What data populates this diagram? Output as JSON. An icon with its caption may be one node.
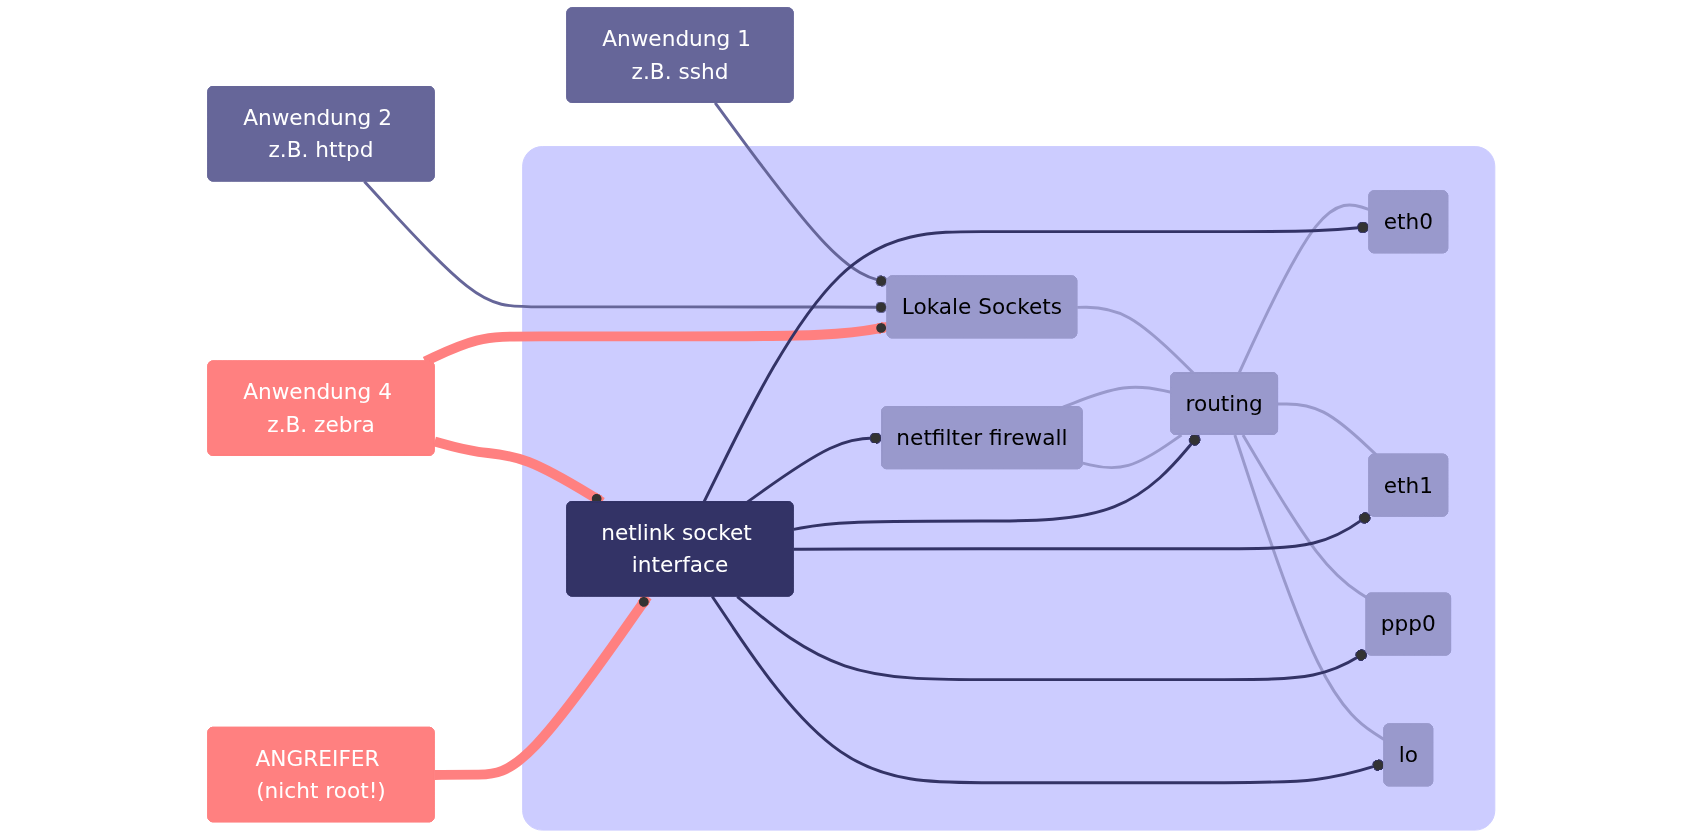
{
  "diagram": {
    "nodes": [
      {
        "text": [],
        "shape": "box"
      },
      {
        "text": [
          "Anwendung 1 z.B. sshd"
        ]
      },
      {
        "text": [
          "Anwendung 2 z.B. httpd"
        ]
      },
      {
        "text": [
          "Anwendung 4 z.B. zebra"
        ]
      },
      {
        "text": [
          "ANGREIFER (nicht root!)"
        ]
      },
      {
        "text": [
          "Lokale Sockets"
        ],
        "in": 0
      },
      {
        "text": [
          "routing"
        ],
        "in": 0
      },
      {
        "text": [
          "netfilter firewall"
        ],
        "in": 0
      },
      {
        "text": [
          "eth0"
        ],
        "in": 0
      },
      {
        "text": [
          "eth1"
        ],
        "in": 0
      },
      {
        "text": [
          "ppp0"
        ],
        "in": 0
      },
      {
        "text": [
          "lo"
        ],
        "in": 0
      },
      {
        "text": [
          "netlink socket interface"
        ],
        "in": 0
      }
    ],
    "edges": [
      {
        "from": 1,
        "to": 5,
        "arrow": "other",
        "color": "#666699"
      },
      {
        "from": 2,
        "to": 5,
        "arrow": "other",
        "color": "#666699"
      },
      {
        "from": 3,
        "to": 5,
        "arrow": "other",
        "style": "thick",
        "color": "#ff8080"
      },
      {
        "from": 3,
        "to": 12,
        "arrow": "other",
        "style": "thick",
        "color": "#ff8080"
      },
      {
        "from": 4,
        "to": 12,
        "arrow": "other",
        "style": "thick",
        "color": "#ff8080"
      },
      {
        "from": 5,
        "to": 6,
        "arrow": "none"
      },
      {
        "from": 7,
        "to": 6,
        "arrow": "none"
      },
      {
        "from": 7,
        "to": 6,
        "arrow": "none"
      },
      {
        "from": 6,
        "to": 8,
        "arrow": "none"
      },
      {
        "from": 6,
        "to": 9,
        "arrow": "none"
      },
      {
        "from": 6,
        "to": 10,
        "arrow": "none"
      },
      {
        "from": 6,
        "to": 11,
        "arrow": "none"
      },
      {
        "from": 12,
        "to": 8,
        "arrow": "other",
        "color": "#333366"
      },
      {
        "from": 12,
        "to": 9,
        "arrow": "other",
        "color": "#333366"
      },
      {
        "from": 12,
        "to": 10,
        "arrow": "other",
        "color": "#333366"
      },
      {
        "from": 12,
        "to": 11,
        "arrow": "other",
        "color": "#333366"
      },
      {
        "from": 12,
        "to": 7,
        "arrow": "other",
        "color": "#333366"
      },
      {
        "from": 12,
        "to": 6,
        "arrow": "other",
        "color": "#333366"
      }
    ]
  }
}
